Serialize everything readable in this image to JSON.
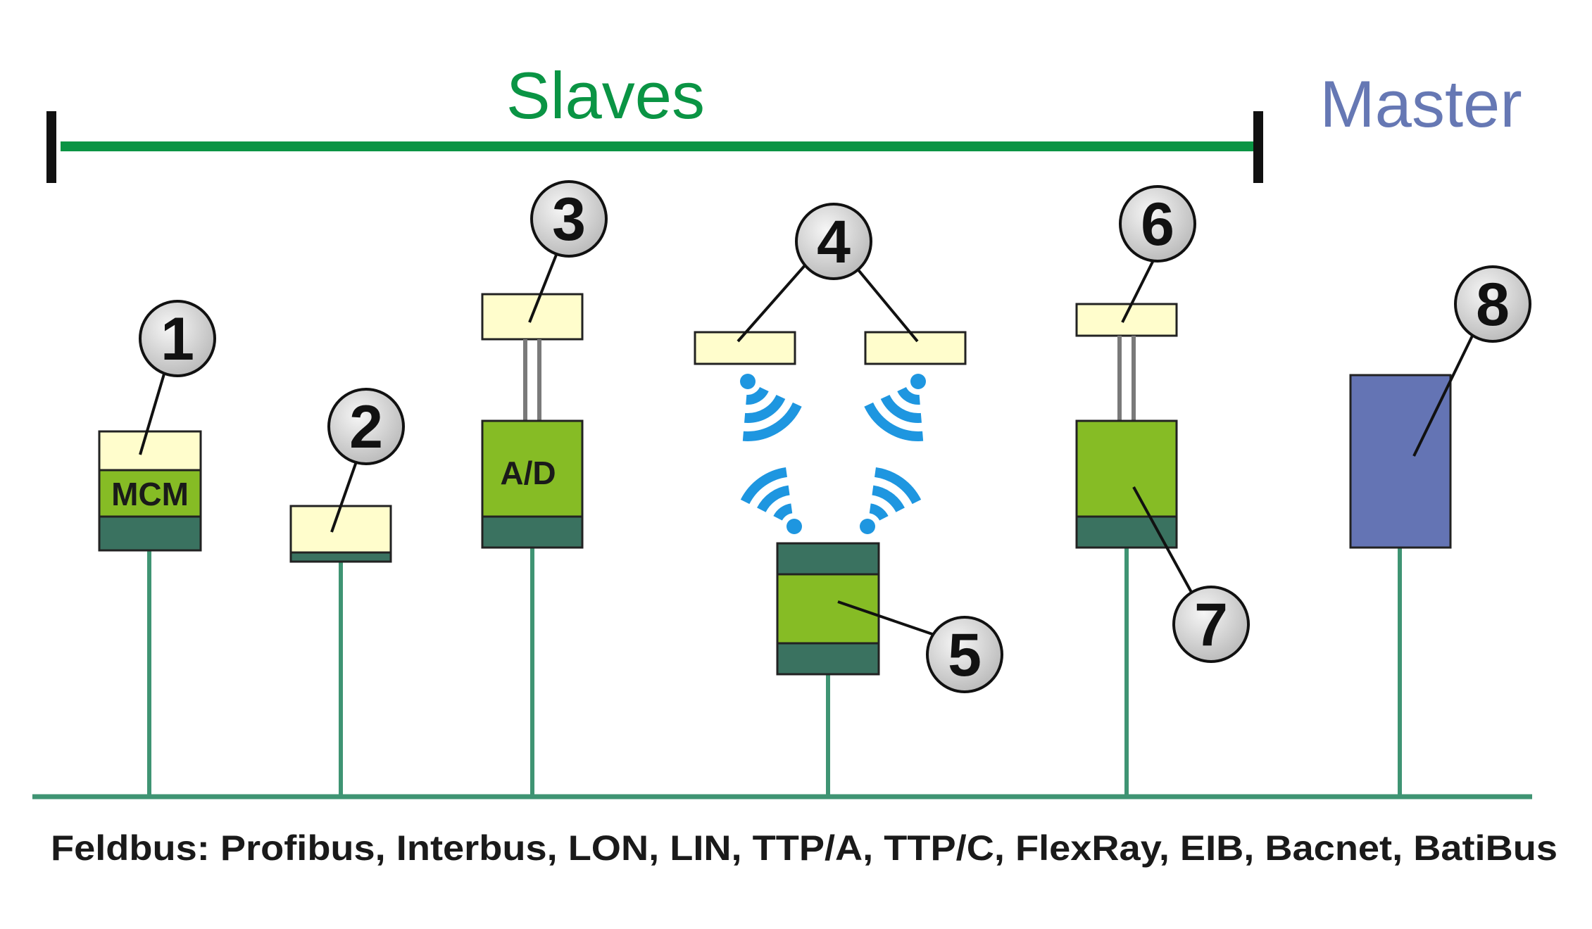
{
  "header": {
    "slaves_label": "Slaves",
    "master_label": "Master"
  },
  "devices": {
    "d1_module_label": "MCM",
    "d3_module_label": "A/D"
  },
  "callouts": [
    "1",
    "2",
    "3",
    "4",
    "5",
    "6",
    "7",
    "8"
  ],
  "bus": {
    "caption": "Feldbus: Profibus, Interbus, LON, LIN, TTP/A, TTP/C, FlexRay, EIB, Bacnet, BatiBus"
  },
  "colors": {
    "slaves_green": "#0a9444",
    "master_blue": "#6678b4",
    "bus_line": "#3f9473",
    "sensor_fill": "#fffdcc",
    "module_green": "#86bc25",
    "base_teal": "#3a7260",
    "master_box": "#6474b4",
    "wireless_blue": "#1e96e0",
    "callout_fill": "#dcdcdc"
  }
}
